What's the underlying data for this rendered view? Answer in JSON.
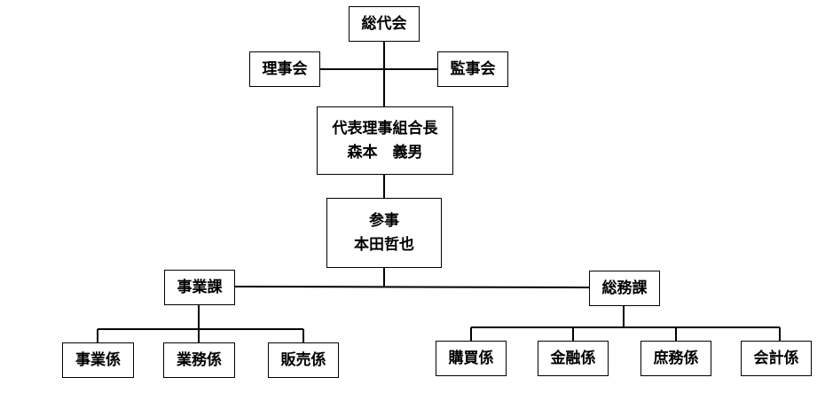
{
  "org": {
    "general_meeting": "総代会",
    "board": "理事会",
    "auditors": "監事会",
    "president": {
      "title": "代表理事組合長",
      "name": "森本　義男"
    },
    "counselor": {
      "title": "参事",
      "name": "本田哲也"
    },
    "business_dept": {
      "label": "事業課",
      "sections": [
        "事業係",
        "業務係",
        "販売係"
      ]
    },
    "general_affairs_dept": {
      "label": "総務課",
      "sections": [
        "購買係",
        "金融係",
        "庶務係",
        "会計係"
      ]
    }
  },
  "colors": {
    "line": "#000000",
    "box_border": "#000000",
    "background": "#ffffff"
  }
}
